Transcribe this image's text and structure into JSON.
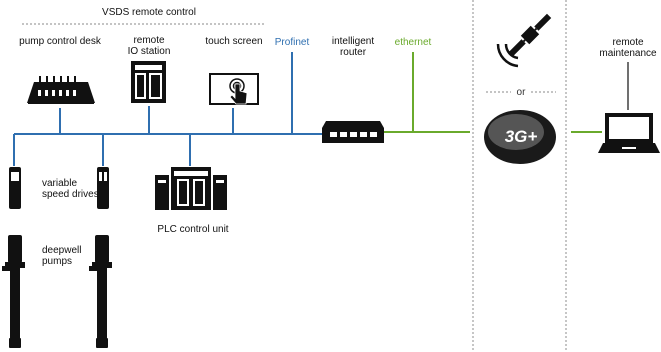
{
  "group_title": "VSDS remote control",
  "devices": {
    "pump_control_desk": "pump control desk",
    "remote_io_line1": "remote",
    "remote_io_line2": "IO station",
    "touch_screen": "touch screen",
    "router_line1": "intelligent",
    "router_line2": "router",
    "vsd_line1": "variable",
    "vsd_line2": "speed drives",
    "pumps_line1": "deepwell",
    "pumps_line2": "pumps",
    "plc": "PLC control unit",
    "remote_maint_line1": "remote",
    "remote_maint_line2": "maintenance"
  },
  "links": {
    "profinet": "Profinet",
    "ethernet": "ethernet",
    "or": "or",
    "cellular_logo": "3G+"
  },
  "colors": {
    "profinet": "#2f6fb0",
    "ethernet": "#6aaa2c",
    "dashed": "#a0a0a0",
    "device": "#111111"
  },
  "icons": [
    "satellite-icon",
    "laptop-icon",
    "router-icon",
    "touch-icon",
    "plc-icon",
    "pump-icon",
    "drive-icon"
  ]
}
